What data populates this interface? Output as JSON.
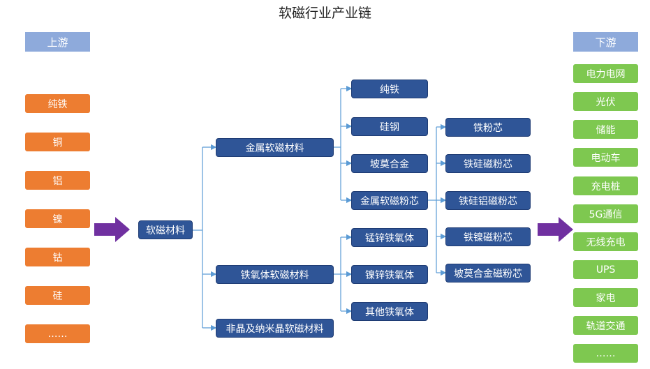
{
  "title": "软磁行业产业链",
  "upstream": {
    "header": "上游",
    "items": [
      "纯铁",
      "铜",
      "铝",
      "镍",
      "钴",
      "硅",
      "……"
    ]
  },
  "downstream": {
    "header": "下游",
    "items": [
      "电力电网",
      "光伏",
      "储能",
      "电动车",
      "充电桩",
      "5G通信",
      "无线充电",
      "UPS",
      "家电",
      "轨道交通",
      "……"
    ]
  },
  "root": "软磁材料",
  "level1": [
    "金属软磁材料",
    "铁氧体软磁材料",
    "非晶及纳米晶软磁材料"
  ],
  "metal_children": [
    "纯铁",
    "硅钢",
    "坡莫合金",
    "金属软磁粉芯"
  ],
  "ferrite_children": [
    "锰锌铁氧体",
    "镍锌铁氧体",
    "其他铁氧体"
  ],
  "powder_cores": [
    "铁粉芯",
    "铁硅磁粉芯",
    "铁硅铝磁粉芯",
    "铁镍磁粉芯",
    "坡莫合金磁粉芯"
  ],
  "colors": {
    "upstream": "#ed7d31",
    "downstream": "#7ec850",
    "material": "#2f5597",
    "header": "#8eaadb",
    "arrow": "#7030a0",
    "connector": "#5b9bd5"
  }
}
